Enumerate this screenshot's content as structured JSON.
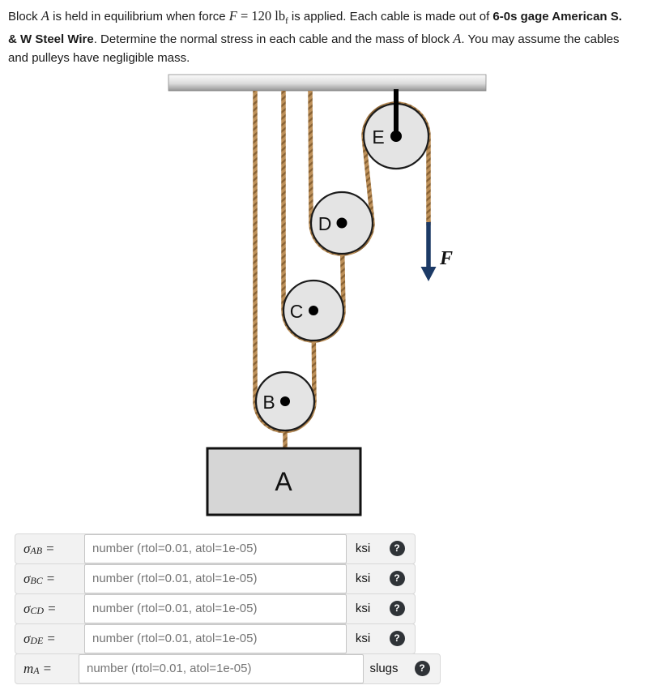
{
  "problem": {
    "text_parts": {
      "p0": "Block ",
      "p1": "A",
      "p2": " is held in equilibrium when force ",
      "p3": "F",
      "p4": " = 120 lb",
      "p5": "f",
      "p6": " is applied. Each cable is made out of ",
      "p7": "6-0s gage American S. & W Steel Wire",
      "p8": ". Determine the normal stress in each cable and the mass of block ",
      "p9": "A",
      "p10": ". You may assume the cables and pulleys have negligible mass."
    }
  },
  "diagram": {
    "labels": {
      "pulley_b": "B",
      "pulley_c": "C",
      "pulley_d": "D",
      "pulley_e": "E",
      "block_a": "A",
      "force": "F"
    },
    "colors": {
      "rope": "#bd9059",
      "rope_hatch": "#8a6334",
      "pulley_fill": "#e4e4e4",
      "block_fill": "#d6d6d6",
      "force_arrow": "#1c3a66"
    }
  },
  "answers": {
    "rows": [
      {
        "symbol": "σ",
        "subscript": "AB",
        "eq": "=",
        "placeholder": "number (rtol=0.01, atol=1e-05)",
        "unit": "ksi",
        "help": "?"
      },
      {
        "symbol": "σ",
        "subscript": "BC",
        "eq": "=",
        "placeholder": "number (rtol=0.01, atol=1e-05)",
        "unit": "ksi",
        "help": "?"
      },
      {
        "symbol": "σ",
        "subscript": "CD",
        "eq": "=",
        "placeholder": "number (rtol=0.01, atol=1e-05)",
        "unit": "ksi",
        "help": "?"
      },
      {
        "symbol": "σ",
        "subscript": "DE",
        "eq": "=",
        "placeholder": "number (rtol=0.01, atol=1e-05)",
        "unit": "ksi",
        "help": "?"
      },
      {
        "symbol": "m",
        "subscript": "A",
        "eq": "=",
        "placeholder": "number (rtol=0.01, atol=1e-05)",
        "unit": "slugs",
        "help": "?"
      }
    ]
  }
}
